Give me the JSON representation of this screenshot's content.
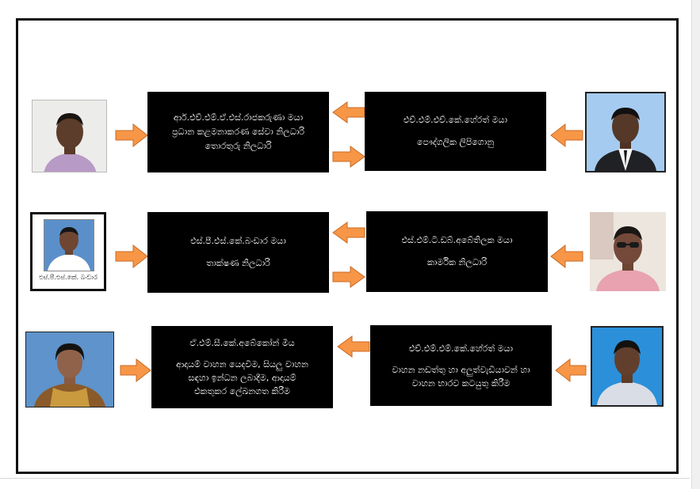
{
  "colors": {
    "box_fill": "#000000",
    "box_text": "#ffffff",
    "arrow_fill": "#f79646",
    "arrow_stroke": "#c86a24",
    "frame": "#111111"
  },
  "rows": [
    {
      "left_box": {
        "lines": [
          "ආර්.එච්.එම්.ඒ.එස්.රාජකරුණා මයා",
          "ප්‍රධාන කළමනාකරණ සේවා නිලධාරි",
          "තොරතුරු නිලධාරි"
        ]
      },
      "right_box": {
        "lines": [
          "එච්.එම්.එච්.කේ.හේරත් මයා",
          "",
          "පෞද්ගලික ලිපිගොනු"
        ]
      }
    },
    {
      "left_box": {
        "lines": [
          "එස්.පී.එස්.කේ.බංඩාර මයා",
          "",
          "තාක්ෂණ නිලධාරි"
        ]
      },
      "photo_caption": "එස්.පී.එස්.කේ. බංඩාර",
      "right_box": {
        "lines": [
          "එස්.එම්.ටී.ඩබ්.අබේතිලක මයා",
          "",
          "කාර්මික නිලධාරි"
        ]
      }
    },
    {
      "left_box": {
        "lines": [
          "ඒ.එම්.සී.කේ.අබේකෝන් මිය",
          "",
          "ආදායම් වාහන යෙදවීම, සියලු වාහන",
          "සඳහා ඉන්ධන ලබාදීම, ආදායම්",
          "එකතුකර ලේඛනගත කිරීම"
        ]
      },
      "right_box": {
        "lines": [
          "එච්.එම්.එම්.කේ.හේරත් මයා",
          "",
          "වාහන නඩත්තු හා අලුත්වැඩියාවන් හා",
          "වාහන භාරව කටයුතු කිරීම"
        ]
      }
    }
  ]
}
